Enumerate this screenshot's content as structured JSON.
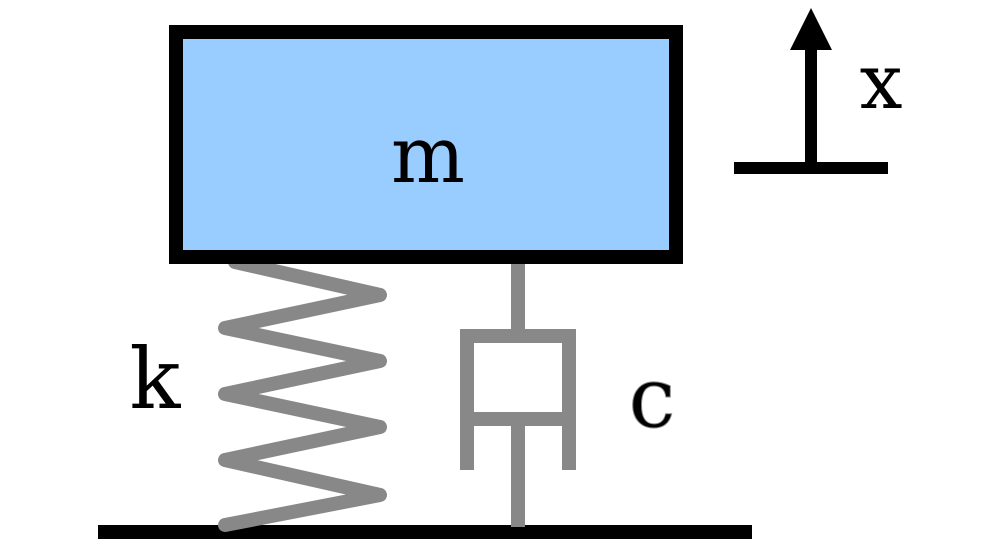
{
  "labels": {
    "mass": "m",
    "spring": "k",
    "damper": "c",
    "displacement": "x"
  },
  "colors": {
    "mass_fill": "#99ccff",
    "outline": "#000000",
    "spring_damper": "#888888",
    "background": "#ffffff"
  },
  "icons": {
    "displacement_arrow": "arrow-up-icon"
  }
}
